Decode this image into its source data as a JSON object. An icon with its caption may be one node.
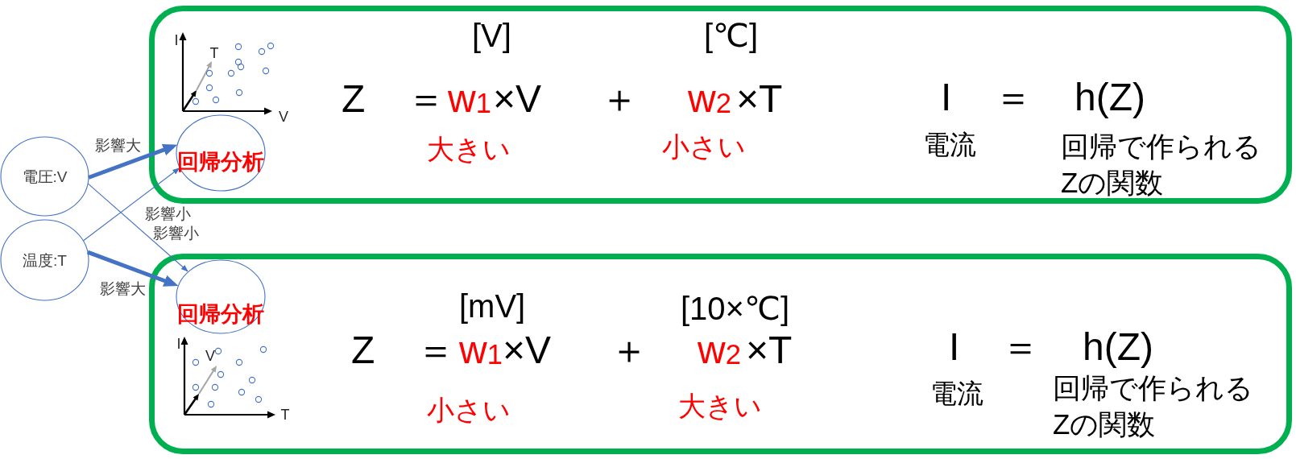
{
  "diagram": {
    "nodes": [
      {
        "text": [
          "電圧:V"
        ]
      },
      {
        "text": [
          "温度:T"
        ]
      },
      {
        "text": [
          "[V]",
          "[℃]",
          "Z",
          "＝",
          "w$_{1}$",
          "×V",
          "＋",
          "w$_{2}$",
          "×T",
          "I",
          "＝",
          "h(Z)",
          "大きい",
          "小さい",
          "電流",
          "回帰で作られるZの関数"
        ]
      },
      {
        "text": [
          "回帰分析"
        ],
        "in": 2
      },
      {
        "text": [
          "[mV]",
          "[10×℃]",
          "Z",
          "＝",
          "w$_{1}$",
          "×V",
          "＋",
          "w$_{2}$",
          "×T",
          "I",
          "＝",
          "h(Z)",
          "小さい",
          "大きい",
          "電流",
          "回帰で作られるZの関数"
        ]
      },
      {
        "text": [
          "回帰分析"
        ],
        "in": 4
      }
    ],
    "edges": [
      {
        "from": 0,
        "to": 3,
        "arrow": "to",
        "label": "影響大",
        "style": "thick"
      },
      {
        "from": 1,
        "to": 3,
        "arrow": "to",
        "label": "影響小"
      },
      {
        "from": 0,
        "to": 5,
        "arrow": "to",
        "label": "影響小"
      },
      {
        "from": 1,
        "to": 5,
        "arrow": "to",
        "label": "影響大",
        "style": "thick"
      }
    ],
    "labels": [
      "I",
      "T",
      "V",
      "I",
      "V",
      "T"
    ]
  }
}
